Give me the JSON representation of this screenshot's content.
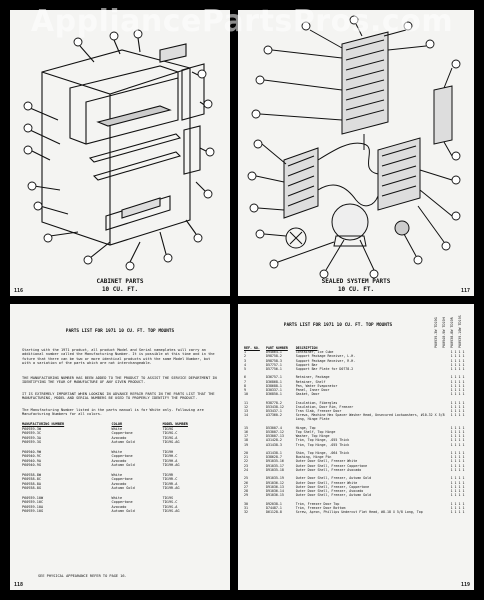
{
  "watermark": "AppliancePartsPros.com",
  "top_left": {
    "title_line1": "CABINET PARTS",
    "title_line2": "10 CU. FT.",
    "page_number": "116"
  },
  "top_right": {
    "title_line1": "SEALED SYSTEM PARTS",
    "title_line2": "10 CU. FT.",
    "page_number": "117"
  },
  "bottom_left": {
    "title": "PARTS LIST FOR 1971 10 CU. FT. TOP MOUNTS",
    "para1": "Starting with the 1971 product, all product Model and Serial nameplates will carry an additional number called the Manufacturing Number. It is possible at this time and in the future that there can be two or more identical products with the same Model Number, but with a variation of the parts which are not interchangeable.",
    "para2": "THE MANUFACTURING NUMBER HAS BEEN ADDED TO THE PRODUCT TO ASSIST THE SERVICE DEPARTMENT IN IDENTIFYING THE YEAR OF MANUFACTURE OF ANY GIVEN PRODUCT.",
    "para3": "IT IS EXTREMELY IMPORTANT WHEN LOOKING IN ADVANCE REPAIR PARTS IN THE PARTS LIST THAT THE MANUFACTURING, MODEL AND SERIAL NUMBERS BE USED TO PROPERLY IDENTIFY THE PRODUCT.",
    "para4": "The Manufacturing Number listed in the parts manual is for White only. Following are Manufacturing Numbers for all colors.",
    "headers": [
      "MANUFACTURING NUMBER",
      "COLOR",
      "MODEL NUMBER"
    ],
    "groups": [
      [
        [
          "P60939-3W",
          "White",
          "TD19G"
        ],
        [
          "P60939-3C",
          "Coppertone",
          "TD19G-C"
        ],
        [
          "P60939-3A",
          "Avocado",
          "TD19G-A"
        ],
        [
          "P60939-3G",
          "Autumn Gold",
          "TD19G-AG"
        ]
      ],
      [
        [
          "P60940-9W",
          "White",
          "TD19H"
        ],
        [
          "P60940-9C",
          "Coppertone",
          "TD19H-C"
        ],
        [
          "P60940-9A",
          "Avocado",
          "TD19H-A"
        ],
        [
          "P60940-9G",
          "Autumn Gold",
          "TD19H-AG"
        ]
      ],
      [
        [
          "P60938-8W",
          "White",
          "TD19R"
        ],
        [
          "P60938-8C",
          "Coppertone",
          "TD19R-C"
        ],
        [
          "P60938-8A",
          "Avocado",
          "TD19R-A"
        ],
        [
          "P60938-8G",
          "Autumn Gold",
          "TD19R-AG"
        ]
      ],
      [
        [
          "P60939-10W",
          "White",
          "TD19S"
        ],
        [
          "P60939-10C",
          "Coppertone",
          "TD19S-C"
        ],
        [
          "P60939-10A",
          "Avocado",
          "TD19S-A"
        ],
        [
          "P60939-10G",
          "Autumn Gold",
          "TD19S-AG"
        ]
      ]
    ],
    "footer": "SEE PHYSICAL APPEARANCE REFER TO PAGE 16.",
    "page_number": "118"
  },
  "bottom_right": {
    "title": "PARTS LIST FOR 1971 10 CU. FT. TOP MOUNTS",
    "col_headers": [
      "REF. NO.",
      "PART NUMBER",
      "DESCRIPTION"
    ],
    "model_headers": [
      "P60939-3W TD19G",
      "P60940-9W TD19H",
      "P60938-8W TD19R",
      "P60939-10W TD19S"
    ],
    "rows": [
      [
        "1",
        "D94064-1",
        "Container, Ice Cube",
        "1 1 1 1"
      ],
      [
        "2",
        "D98758-2",
        "Support Package Receiver, L.H.",
        "1 1 1 1"
      ],
      [
        "3",
        "D98758-3",
        "Support Package Receiver, R.H.",
        "1 1 1 1"
      ],
      [
        "4",
        "D57757-1",
        "Support Bar",
        "1 1 1 1"
      ],
      [
        "5",
        "D57756-1",
        "Support Bar Plate for D0778-2",
        "1 1 1 1"
      ],
      [
        "",
        "",
        "",
        ""
      ],
      [
        "6",
        "D36757-1",
        "Retainer, Package",
        "1 1 1 1"
      ],
      [
        "7",
        "D36868-1",
        "Retainer, Shelf",
        "1 1 1 1"
      ],
      [
        "8",
        "D38688-1",
        "Pan, Water Evaporator",
        "1 1 1 1"
      ],
      [
        "9",
        "D30337-1",
        "Panel, Inner Door",
        "1 1 1 1"
      ],
      [
        "10",
        "D36850-1",
        "Gasket, Door",
        "1 1 1 1"
      ],
      [
        "",
        "",
        "",
        ""
      ],
      [
        "11",
        "R38778-2",
        "Insulation, Fiberglas",
        "1 1 1 1"
      ],
      [
        "12",
        "D53438-12",
        "Insulation, Door Rim, Freezer",
        "1 1 1 1"
      ],
      [
        "13",
        "D53437-1",
        "Tran Slab, Freezer Door",
        "1 1 1 1"
      ],
      [
        "14",
        "A37360-2",
        "Screws, Machine Hex Spacer Washer Head, Unsecured Lockwashers, #10-32 X 5/8 Long, Hinge Plate",
        "1 1 1 1"
      ],
      [
        "",
        "",
        "",
        ""
      ],
      [
        "15",
        "D53007-4",
        "Hinge, Top",
        "1 1 1 1"
      ],
      [
        "16",
        "D53007-12",
        "Top Shelf, Top Hinge",
        "1 1 1 1"
      ],
      [
        "17",
        "D53007-13",
        "Washer, Top Hinge",
        "1 1 1 1"
      ],
      [
        "18",
        "A31428-2",
        "Trim, Top Hinge, .055 Thick",
        "1 1 1 1"
      ],
      [
        "19",
        "A31438-3",
        "Trim, Top Hinge, .055 Thick",
        "1 1 1 1"
      ],
      [
        "",
        "",
        "",
        ""
      ],
      [
        "20",
        "A31438-1",
        "Shim, Top Hinge, .064 Thick",
        "1 1 1 1"
      ],
      [
        "21",
        "D38628-7",
        "Bushing, Hinge Pin",
        "1 1 1 1"
      ],
      [
        "22",
        "D91035-16",
        "Outer Door Shell, Freezer White",
        "1 1 1 1"
      ],
      [
        "23",
        "D91035-17",
        "Outer Door Shell, Freezer Coppertone",
        "1 1 1 1"
      ],
      [
        "24",
        "D91035-18",
        "Outer Door Shell, Freezer Avocado",
        "1 1 1 1"
      ],
      [
        "",
        "",
        "",
        ""
      ],
      [
        "25",
        "D91035-19",
        "Outer Door Shell, Freezer, Autumn Gold",
        "1 1 1 1"
      ],
      [
        "26",
        "D91036-12",
        "Outer Door Shell, Freezer White",
        "1 1 1 1"
      ],
      [
        "27",
        "D91036-13",
        "Outer Door Shell, Freezer, Coppertone",
        "1 1 1 1"
      ],
      [
        "28",
        "D91036-14",
        "Outer Door Shell, Freezer, Avocado",
        "1 1 1 1"
      ],
      [
        "29",
        "D91036-15",
        "Outer Door Shell, Freezer, Autumn Gold",
        "1 1 1 1"
      ],
      [
        "",
        "",
        "",
        ""
      ],
      [
        "30",
        "D92038-1",
        "Trim, Freezer Door Top",
        "1 1 1 1"
      ],
      [
        "31",
        "D74487-1",
        "Trim, Freezer Door Bottom",
        "1 1 1 1"
      ],
      [
        "32",
        "D61128-8",
        "Screw, Apron, Phillips Undercut Flat Head, #8-18 X 5/8 Long, Top",
        "1 1 1 1"
      ]
    ],
    "page_number": "119"
  }
}
